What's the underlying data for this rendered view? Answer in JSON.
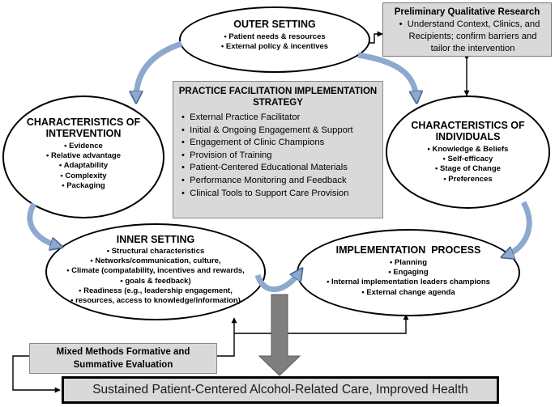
{
  "outer_setting": {
    "title": "OUTER SETTING",
    "items": [
      "Patient needs & resources",
      "External policy & incentives"
    ]
  },
  "preliminary_research": {
    "title": "Preliminary Qualitative Research",
    "body": "Understand Context, Clinics, and Recipients; confirm barriers and tailor the intervention"
  },
  "strategy": {
    "title": "PRACTICE FACILITATION IMPLEMENTATION STRATEGY",
    "items": [
      "External Practice Facilitator",
      "Initial & Ongoing Engagement & Support",
      "Engagement of Clinic Champions",
      "Provision of Training",
      "Patient-Centered Educational Materials",
      "Performance Monitoring and Feedback",
      "Clinical Tools to Support Care Provision"
    ]
  },
  "characteristics_intervention": {
    "title_line1": "CHARACTERISTICS OF",
    "title_line2": "INTERVENTION",
    "items": [
      "Evidence",
      "Relative advantage",
      "Adaptability",
      "Complexity",
      "Packaging"
    ]
  },
  "characteristics_individuals": {
    "title_line1": "CHARACTERISTICS OF",
    "title_line2": "INDIVIDUALS",
    "items": [
      "Knowledge & Beliefs",
      "Self-efficacy",
      "Stage of Change",
      "Preferences"
    ]
  },
  "inner_setting": {
    "title": "INNER SETTING",
    "items": [
      "Structural characteristics",
      "Networks/communication, culture,",
      "Climate (compatability, incentives and rewards,",
      "goals & feedback)",
      "Readiness (e.g., leadership engagement,",
      "resources, access to knowledge/information)"
    ]
  },
  "implementation_process": {
    "title": "IMPLEMENTATION  PROCESS",
    "items": [
      "Planning",
      "Engaging",
      "Internal implementation leaders champions",
      "External change agenda"
    ]
  },
  "evaluation": {
    "line1": "Mixed Methods Formative and",
    "line2": "Summative Evaluation"
  },
  "outcome": {
    "text": "Sustained Patient-Centered Alcohol-Related Care, Improved Health"
  },
  "colors": {
    "arrow_fill": "#8ea9cf",
    "arrow_stroke": "#4a6890",
    "box_fill": "#d9d9d9",
    "down_arrow": "#7f7f7f"
  }
}
